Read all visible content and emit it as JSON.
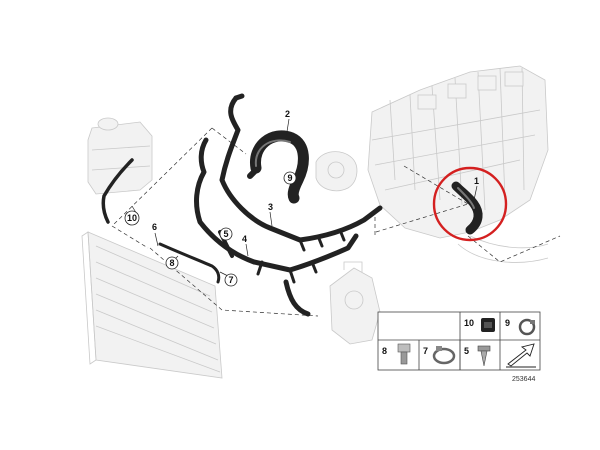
{
  "callouts": {
    "c1": "1",
    "c2": "2",
    "c3": "3",
    "c4": "4",
    "c5": "5",
    "c6": "6",
    "c7": "7",
    "c8": "8",
    "c9": "9",
    "c10": "10"
  },
  "legend": {
    "c10": "10",
    "c9": "9",
    "c8": "8",
    "c7": "7",
    "c5": "5"
  },
  "diagram_number": "253644",
  "colors": {
    "highlight": "#d42020",
    "hose": "#222222",
    "ghost": "#c9c9c9"
  }
}
